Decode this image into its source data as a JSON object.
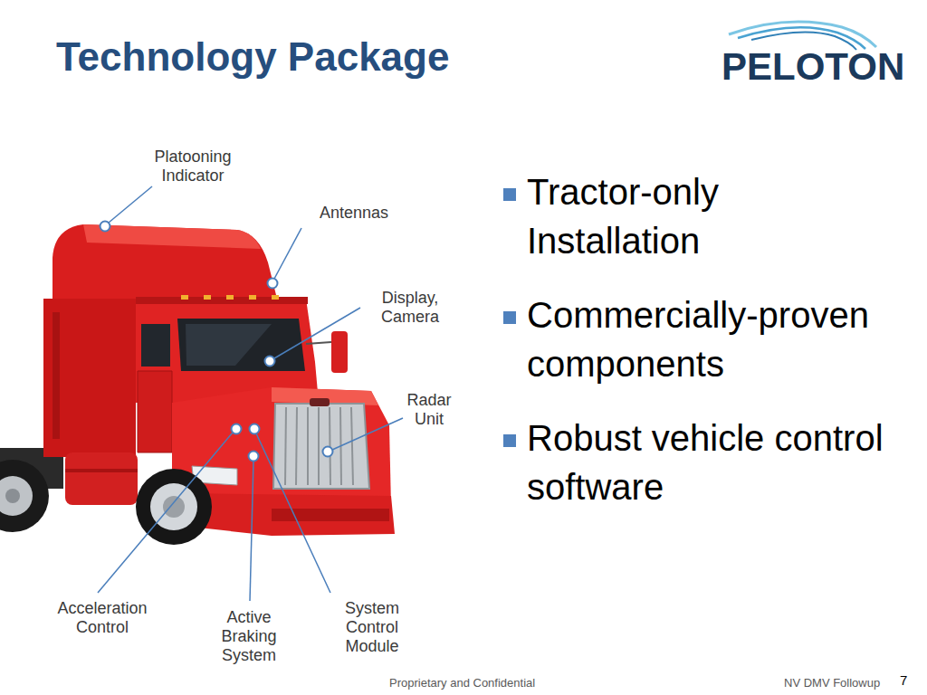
{
  "diagram": {
    "title": "Technology Package",
    "labels": [
      "Platooning Indicator",
      "Antennas",
      "Display, Camera",
      "Radar Unit",
      "Acceleration Control",
      "Active Braking System",
      "System Control Module",
      "Tractor-only Installation",
      "Commercially-proven components",
      "Robust vehicle control software",
      "PELOTON",
      "Proprietary and Confidential",
      "NV DMV Followup",
      "7"
    ]
  }
}
